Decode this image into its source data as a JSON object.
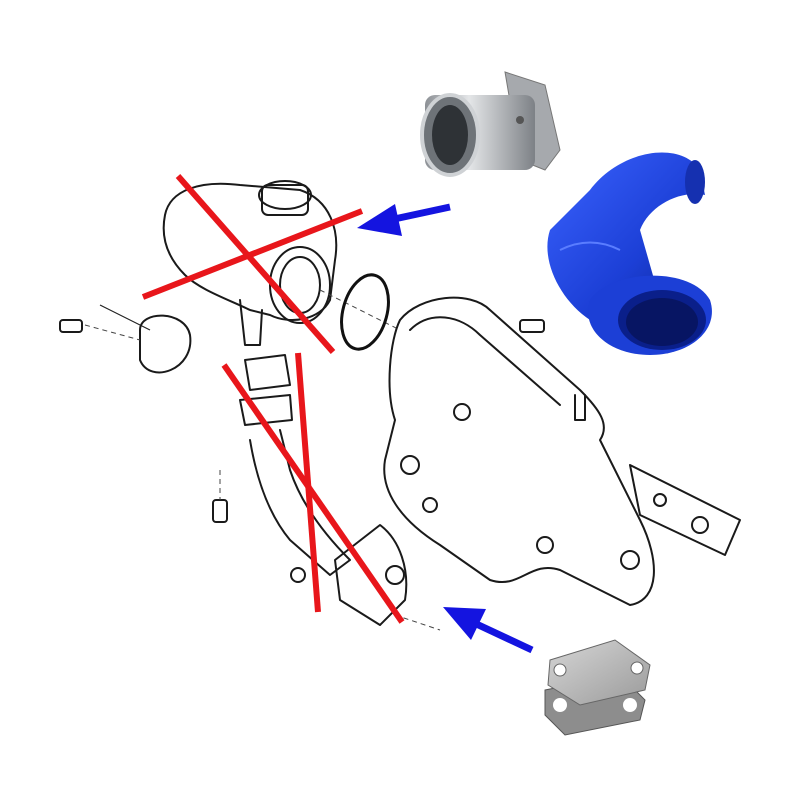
{
  "colors": {
    "cross_mark": "#e8161b",
    "arrow": "#1414e0",
    "hose": "#1c3fd6",
    "hose_dark": "#0a1f8a",
    "steel": "#b9bcc0",
    "gasket_plate": "#bdbdbd",
    "line_art": "#1a1a1a"
  },
  "icons": [
    "cross-mark",
    "arrow-left",
    "arrow-down-left"
  ]
}
